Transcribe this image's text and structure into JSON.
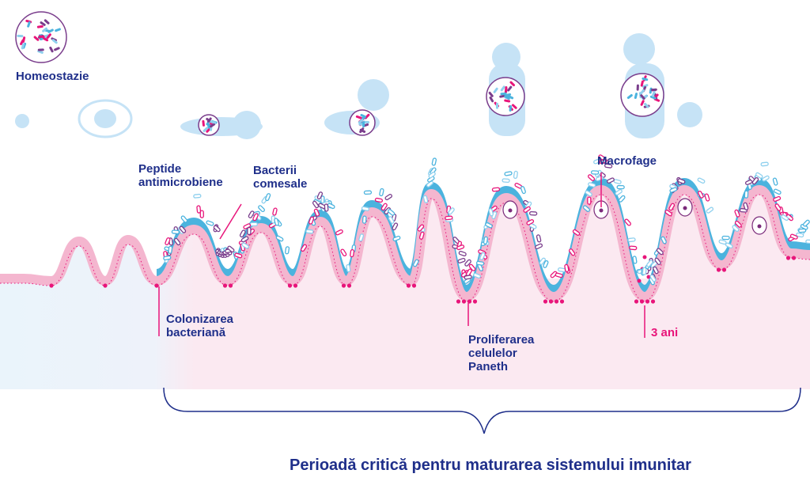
{
  "labels": {
    "homeostasis": "Homeostazie",
    "peptides": "Peptide\nantimicrobiene",
    "bacteria": "Bacterii\ncomesale",
    "macrophage": "Macrofage",
    "colonization": "Colonizarea\nbacteriană",
    "paneth": "Proliferarea\ncelulelor\nPaneth",
    "age": "3 ani"
  },
  "caption": "Perioadă critică pentru maturarea sistemului imunitar",
  "colors": {
    "text": "#1f2f8a",
    "accent": "#e8157a",
    "tissue": "#f4b6cf",
    "lumen_layer": "#4bb3de",
    "figure": "#c6e3f6",
    "background_pink": "#fbe9f1",
    "background_blue": "#eaf4fb"
  }
}
